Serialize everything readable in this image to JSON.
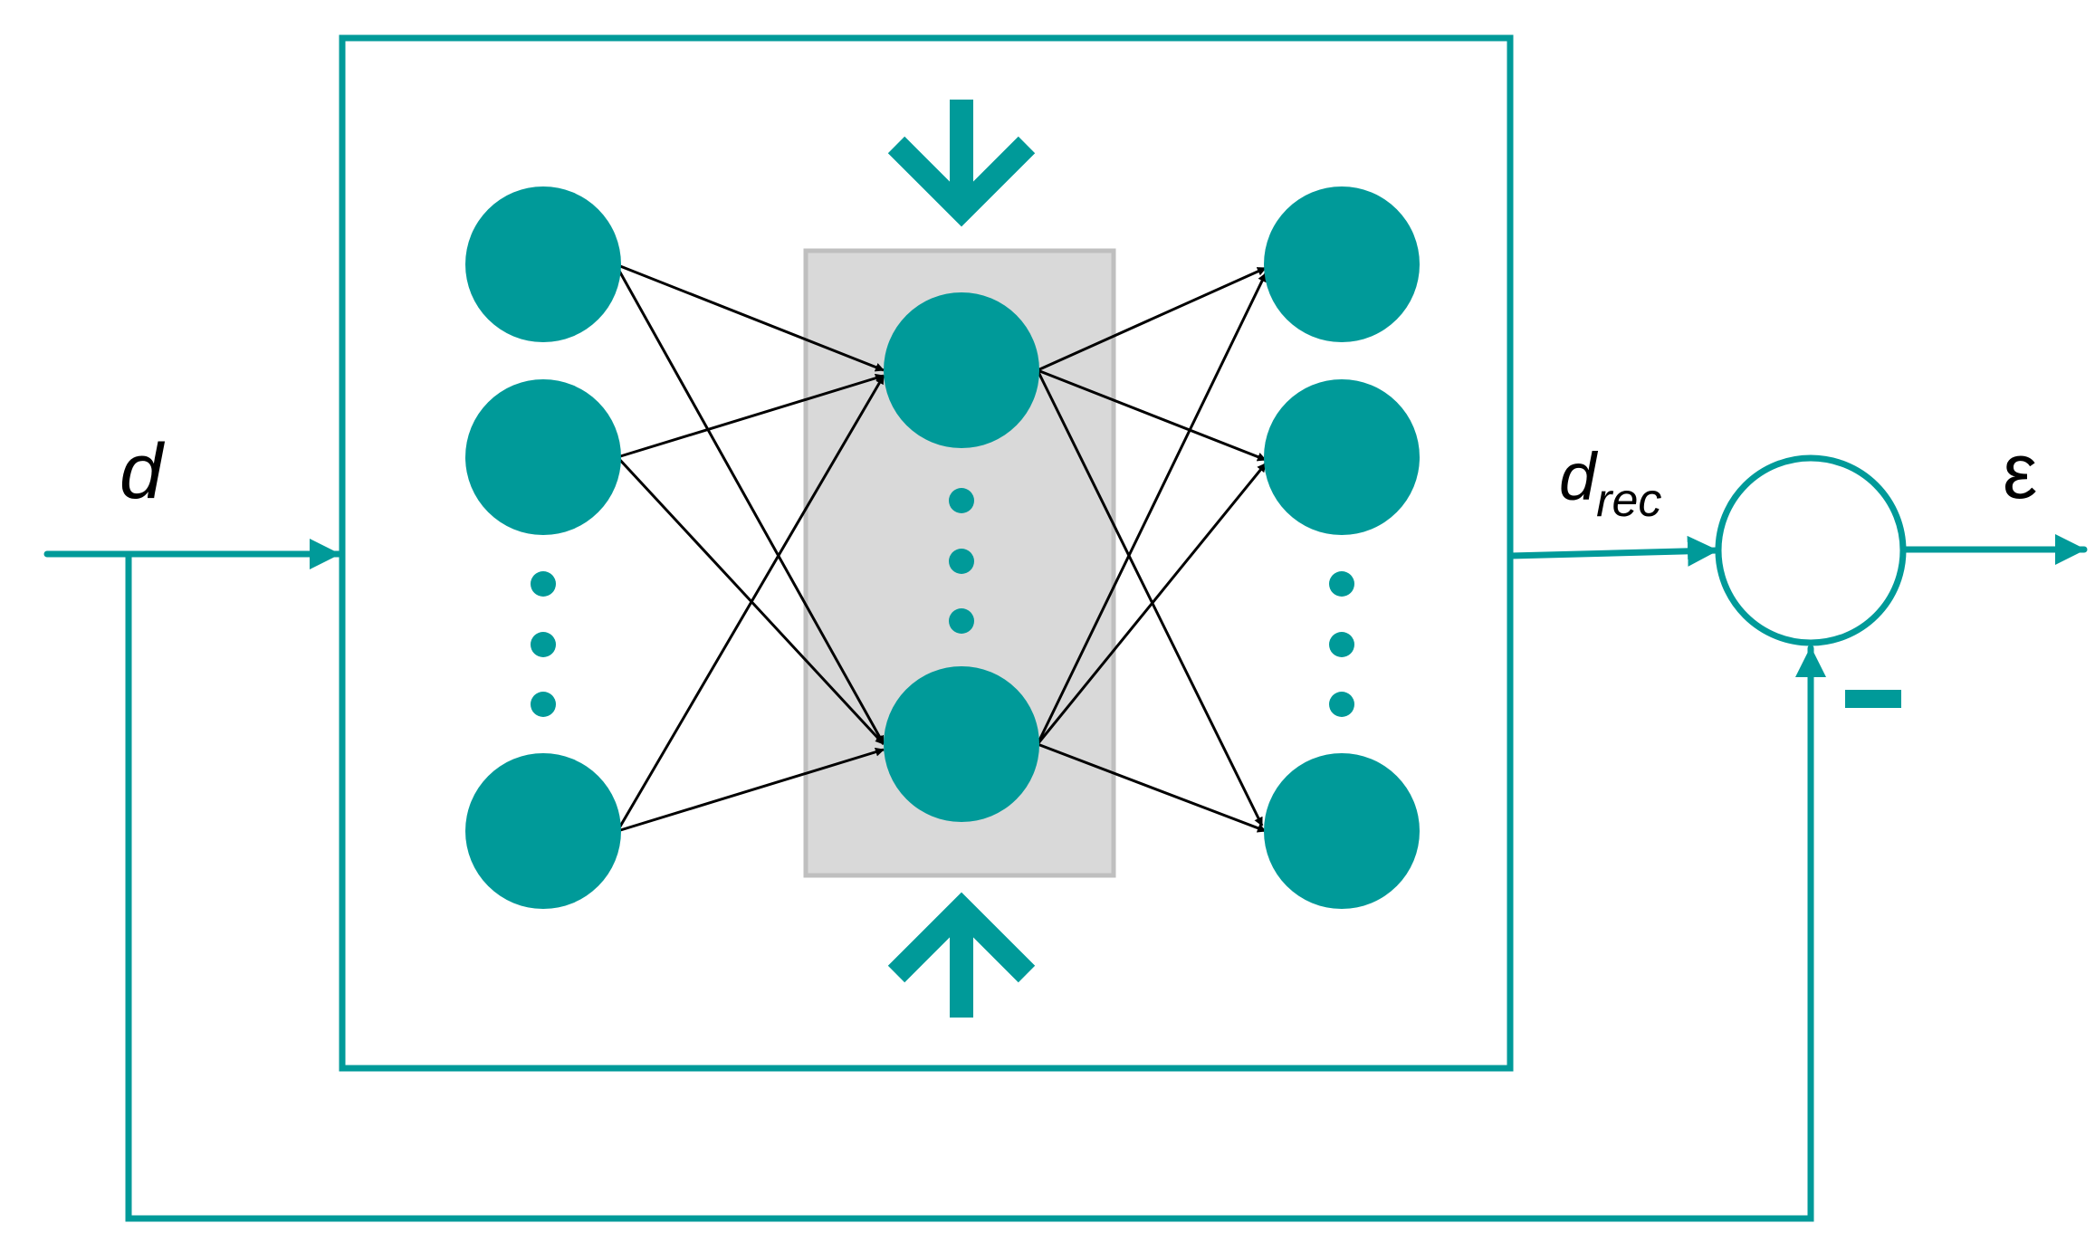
{
  "colors": {
    "accent": "#009a99",
    "hidden_layer_fill": "#d9d9d9",
    "hidden_layer_border": "#bfbfbf",
    "connection": "#000000",
    "background": "#ffffff"
  },
  "labels": {
    "input": "d",
    "reconstruction_base": "d",
    "reconstruction_sub": "rec",
    "error": "ε",
    "minus": "−"
  },
  "network": {
    "layers": [
      {
        "name": "input",
        "nodes_shown": 3,
        "ellipsis": true
      },
      {
        "name": "bottleneck",
        "nodes_shown": 2,
        "ellipsis": true
      },
      {
        "name": "output",
        "nodes_shown": 3,
        "ellipsis": true
      }
    ]
  },
  "icons": [
    "arrow-down-icon",
    "arrow-up-icon",
    "summing-junction-icon"
  ]
}
